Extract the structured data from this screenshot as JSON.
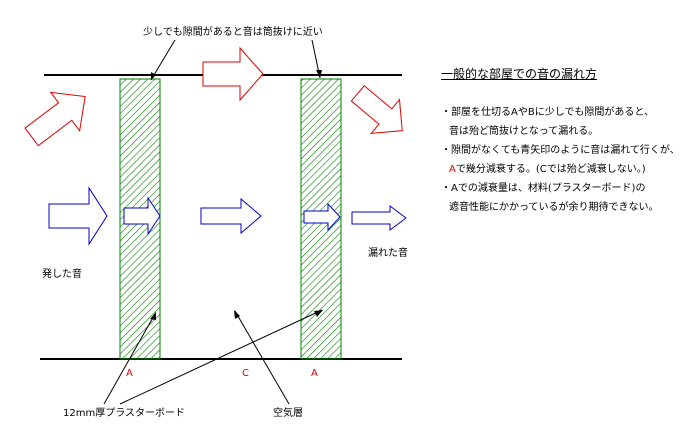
{
  "labels": {
    "top_note": "少しでも隙間があると音は筒抜けに近い",
    "emitted_sound": "発した音",
    "leaked_sound": "漏れた音",
    "board": "12mm厚プラスターボード",
    "air_layer": "空気層",
    "letter_a_left": "A",
    "letter_c": "C",
    "letter_a_right": "A"
  },
  "heading": "一般的な部屋での音の漏れ方",
  "notes": [
    {
      "lines": [
        "・部屋を仕切るAやBに少しでも隙間があると、",
        "音は殆ど筒抜けとなって漏れる。"
      ]
    },
    {
      "lines": [
        "・隙間がなくても青矢印のように音は漏れて行くが、",
        "Aで幾分減衰する。(Cでは殆ど減衰しない。)"
      ],
      "red_prefix": "A"
    },
    {
      "lines": [
        "・Aでの減衰量は、材料(プラスターボード)の",
        "遮音性能にかかっているが余り期待できない。"
      ]
    }
  ],
  "colors": {
    "red_arrow": "#e00000",
    "blue_arrow": "#0000cc",
    "hatch": "#008000",
    "text_red": "#e00000"
  }
}
